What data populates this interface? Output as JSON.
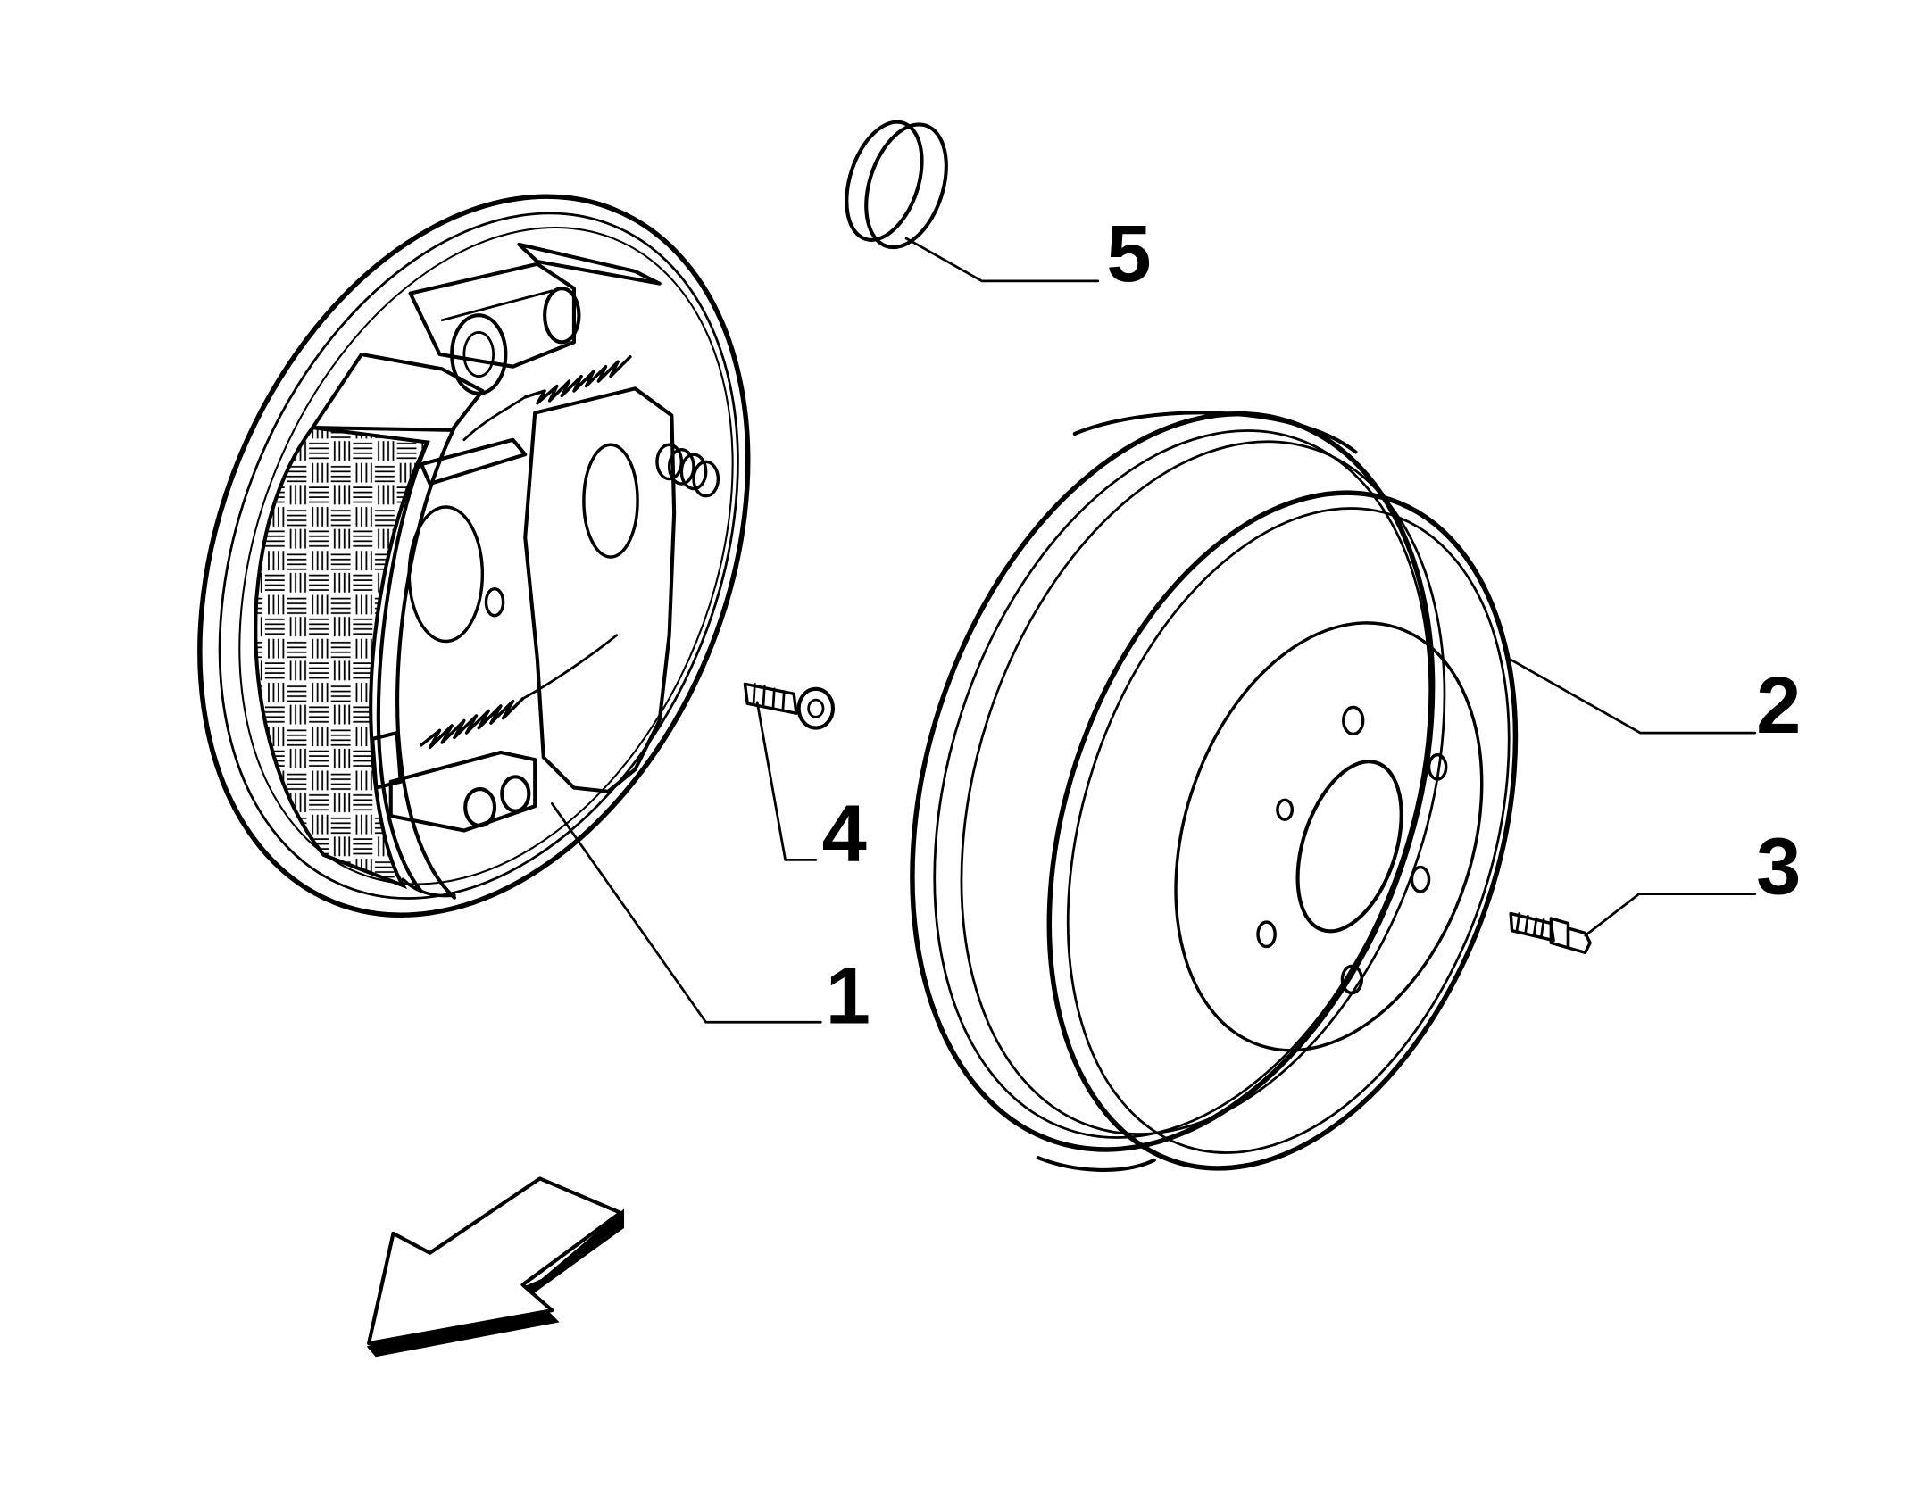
{
  "callouts": [
    {
      "id": "1",
      "text": "1",
      "part_name": "brake-shoe-assembly"
    },
    {
      "id": "2",
      "text": "2",
      "part_name": "brake-drum"
    },
    {
      "id": "3",
      "text": "3",
      "part_name": "wheel-stud"
    },
    {
      "id": "4",
      "text": "4",
      "part_name": "bleed-screw"
    },
    {
      "id": "5",
      "text": "5",
      "part_name": "hub-cap"
    }
  ],
  "direction_indicator": {
    "icon": "direction-arrow-icon"
  },
  "colors": {
    "line": "#000000",
    "background": "#ffffff"
  }
}
